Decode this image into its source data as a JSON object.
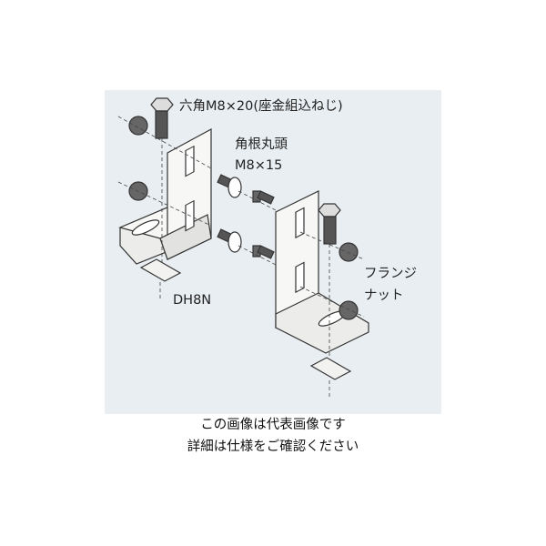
{
  "labels": {
    "hex_bolt": "六角M8×20(座金組込ねじ)",
    "carriage_bolt_line1": "角根丸頭",
    "carriage_bolt_line2": "M8×15",
    "flange_nut_line1": "フランジ",
    "flange_nut_line2": "ナット",
    "model": "DH8N"
  },
  "caption": {
    "line1": "この画像は代表画像です",
    "line2": "詳細は仕様をご確認ください"
  },
  "colors": {
    "panel": "#e9eef2",
    "metal": "#f7f7f5",
    "stroke": "#333333"
  }
}
